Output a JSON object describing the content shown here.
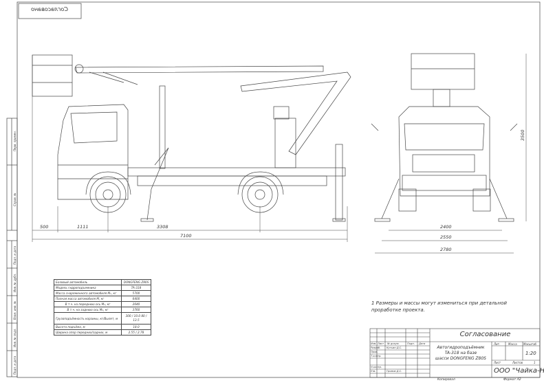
{
  "stamp_top": "Согласовано",
  "side_strip": [
    "Подп. и дата",
    "Инв. № подл.",
    "Взам. инв. №",
    "Инв. № дубл.",
    "Подп. и дата",
    "Справ. №",
    "Перв. примен."
  ],
  "dimensions": {
    "side": {
      "front_overhang": "500",
      "cab_to_axle": "1111",
      "wheelbase": "3308",
      "overall_length": "7100"
    },
    "front": {
      "track": "2400",
      "width": "2550",
      "outrigger_span": "2780",
      "height": "3500"
    }
  },
  "spec_table": {
    "rows": [
      {
        "label": "Базовый автомобиль",
        "value": "DONGFENG Z80S"
      },
      {
        "label": "Модель гидроподъемника",
        "value": "TA-318"
      },
      {
        "label": "Масса снаряженного автомобиля Mₒ, кг",
        "value": "5700"
      },
      {
        "label": "Полная масса автомобиля M, кг",
        "value": "6400"
      },
      {
        "label": "В т.ч. на переднюю ось M₁, кг",
        "value": "2640"
      },
      {
        "label": "В т.ч. на заднюю ось M₂, кг",
        "value": "3760"
      },
      {
        "label": "Грузоподъёмность корзины, кг/Вылет, м",
        "value": "300 / 10.0  80 / 13.5"
      },
      {
        "label": "Высота подъёма, м",
        "value": "18.0"
      },
      {
        "label": "Ширина опор передних/задних, м",
        "value": "2.55 / 2.78"
      }
    ]
  },
  "note": "1 Размеры и массы могут измениться при детальной проработке проекта.",
  "title_block": {
    "heading": "Согласование",
    "product": [
      "Автогидроподъёмник",
      "TA-318 на базе",
      "шасси DONGFENG Z80S"
    ],
    "col_headers": [
      "Изм.",
      "Лист",
      "№ докум.",
      "Подп.",
      "Дата"
    ],
    "roles": [
      "Разраб.",
      "Пров.",
      "Т.контр.",
      "Н.контр.",
      "Утв."
    ],
    "developer": "Кутьин Д.С.",
    "approver": "Громов Д.С.",
    "lit_label": "Лит.",
    "mass_label": "Масса",
    "scale_label": "Масштаб",
    "scale": "1:20",
    "sheet_label": "Лист",
    "sheets_label": "Листов",
    "sheets": "1",
    "company": "ООО \"Чайка-НН\""
  },
  "footer": {
    "copied": "Копировал",
    "format": "Формат   A2"
  }
}
